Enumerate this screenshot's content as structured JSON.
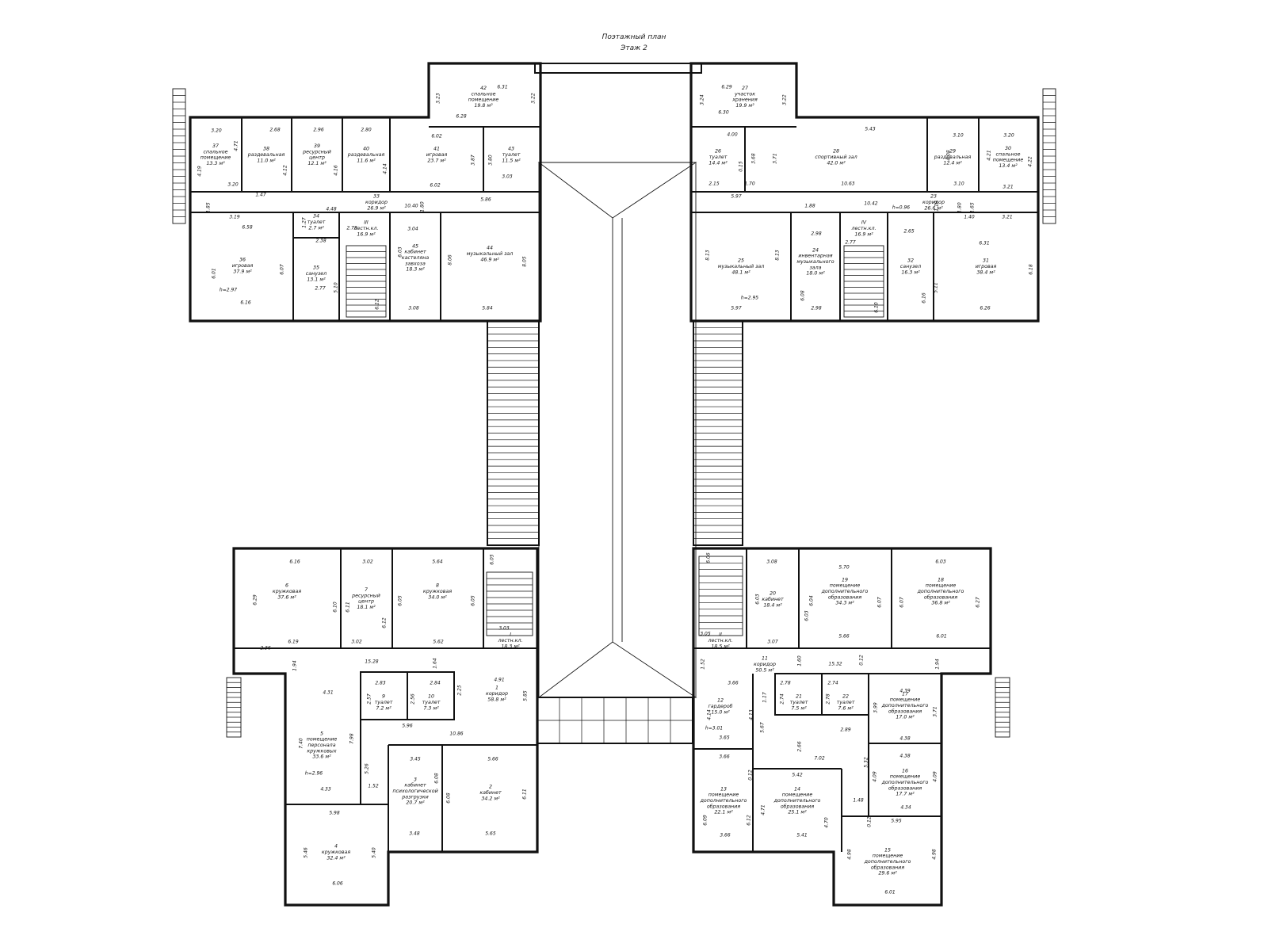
{
  "header": {
    "title": "Поэтажный план",
    "subtitle": "Этаж 2"
  },
  "rooms": [
    {
      "id": "r1",
      "lines": [
        "1",
        "коридор",
        "58.8 м²"
      ]
    },
    {
      "id": "r2",
      "lines": [
        "2",
        "кабинет",
        "34.2 м²"
      ]
    },
    {
      "id": "r3",
      "lines": [
        "3",
        "кабинет",
        "психологической",
        "разгрузки",
        "20.7 м²"
      ]
    },
    {
      "id": "r4",
      "lines": [
        "4",
        "кружковая",
        "32.4 м²"
      ]
    },
    {
      "id": "r5",
      "lines": [
        "5",
        "помещение",
        "персонала",
        "кружковых",
        "33.6 м²"
      ]
    },
    {
      "id": "r6",
      "lines": [
        "6",
        "кружковая",
        "37.6 м²"
      ]
    },
    {
      "id": "r7",
      "lines": [
        "7",
        "ресурсный",
        "центр",
        "18.1 м²"
      ]
    },
    {
      "id": "r8",
      "lines": [
        "8",
        "кружковая",
        "34.0 м²"
      ]
    },
    {
      "id": "r9",
      "lines": [
        "9",
        "туалет",
        "7.2 м²"
      ]
    },
    {
      "id": "r10",
      "lines": [
        "10",
        "туалет",
        "7.3 м²"
      ]
    },
    {
      "id": "rI",
      "lines": [
        "I",
        "лестн.кл.",
        "18.3 м²"
      ]
    },
    {
      "id": "rII",
      "lines": [
        "II",
        "лестн.кл.",
        "18.5 м²"
      ]
    },
    {
      "id": "r11",
      "lines": [
        "11",
        "коридор",
        "50.5 м²"
      ]
    },
    {
      "id": "r12",
      "lines": [
        "12",
        "гардероб",
        "15.0 м²"
      ]
    },
    {
      "id": "r13",
      "lines": [
        "13",
        "помещение",
        "дополнительного",
        "образования",
        "22.1 м²"
      ]
    },
    {
      "id": "r14",
      "lines": [
        "14",
        "помещение",
        "дополнительного",
        "образования",
        "25.1 м²"
      ]
    },
    {
      "id": "r15",
      "lines": [
        "15",
        "помещение",
        "дополнительного",
        "образования",
        "29.6 м²"
      ]
    },
    {
      "id": "r16",
      "lines": [
        "16",
        "помещение",
        "дополнительного",
        "образования",
        "17.7 м²"
      ]
    },
    {
      "id": "r17",
      "lines": [
        "17",
        "помещение",
        "дополнительного",
        "образования",
        "17.0 м²"
      ]
    },
    {
      "id": "r18",
      "lines": [
        "18",
        "помещение",
        "дополнительного",
        "образования",
        "36.8 м²"
      ]
    },
    {
      "id": "r19",
      "lines": [
        "19",
        "помещение",
        "дополнительного",
        "образования",
        "34.3 м²"
      ]
    },
    {
      "id": "r20",
      "lines": [
        "20",
        "кабинет",
        "18.4 м²"
      ]
    },
    {
      "id": "r21",
      "lines": [
        "21",
        "туалет",
        "7.5 м²"
      ]
    },
    {
      "id": "r22",
      "lines": [
        "22",
        "туалет",
        "7.6 м²"
      ]
    },
    {
      "id": "r23",
      "lines": [
        "23",
        "коридор",
        "26.6 м²"
      ]
    },
    {
      "id": "r24",
      "lines": [
        "24",
        "инвентарная",
        "музыкального",
        "зала",
        "18.0 м²"
      ]
    },
    {
      "id": "r25",
      "lines": [
        "25",
        "музыкальный зал",
        "48.1 м²"
      ]
    },
    {
      "id": "r26",
      "lines": [
        "26",
        "туалет",
        "14.4 м²"
      ]
    },
    {
      "id": "r27",
      "lines": [
        "27",
        "участок",
        "хранения",
        "19.9 м²"
      ]
    },
    {
      "id": "r28",
      "lines": [
        "28",
        "спортивный зал",
        "42.0 м²"
      ]
    },
    {
      "id": "r29",
      "lines": [
        "29",
        "раздевальная",
        "12.4 м²"
      ]
    },
    {
      "id": "r30",
      "lines": [
        "30",
        "спальное",
        "помещение",
        "13.4 м²"
      ]
    },
    {
      "id": "r31",
      "lines": [
        "31",
        "игровая",
        "38.4 м²"
      ]
    },
    {
      "id": "r32",
      "lines": [
        "32",
        "санузел",
        "16.3 м²"
      ]
    },
    {
      "id": "rIV",
      "lines": [
        "IV",
        "лестн.кл.",
        "16.9 м²"
      ]
    },
    {
      "id": "r33",
      "lines": [
        "33",
        "коридор",
        "26.9 м²"
      ]
    },
    {
      "id": "r34",
      "lines": [
        "34",
        "туалет",
        "2.7 м²"
      ]
    },
    {
      "id": "r35",
      "lines": [
        "35",
        "санузел",
        "13.1 м²"
      ]
    },
    {
      "id": "r36",
      "lines": [
        "36",
        "игровая",
        "37.9 м²"
      ]
    },
    {
      "id": "r37",
      "lines": [
        "37",
        "спальное",
        "помещение",
        "13.3 м²"
      ]
    },
    {
      "id": "r38",
      "lines": [
        "38",
        "раздевальная",
        "11.0 м²"
      ]
    },
    {
      "id": "r39",
      "lines": [
        "39",
        "ресурсный",
        "центр",
        "12.1 м²"
      ]
    },
    {
      "id": "r40",
      "lines": [
        "40",
        "раздевальная",
        "11.6 м²"
      ]
    },
    {
      "id": "r41",
      "lines": [
        "41",
        "игровая",
        "23.7 м²"
      ]
    },
    {
      "id": "r42",
      "lines": [
        "42",
        "спальное",
        "помещение",
        "19.8 м²"
      ]
    },
    {
      "id": "r43",
      "lines": [
        "43",
        "туалет",
        "11.5 м²"
      ]
    },
    {
      "id": "r44",
      "lines": [
        "44",
        "музыкальный зал",
        "46.9 м²"
      ]
    },
    {
      "id": "r45",
      "lines": [
        "45",
        "кабинет",
        "кастеляна",
        "завхоза",
        "18.3 м²"
      ]
    },
    {
      "id": "rIII",
      "lines": [
        "III",
        "лестн.кл.",
        "16.9 м²"
      ]
    }
  ],
  "dimensions": [
    {
      "id": "d1",
      "text": "6.31"
    },
    {
      "id": "d2",
      "text": "3.23"
    },
    {
      "id": "d3",
      "text": "3.22"
    },
    {
      "id": "d4",
      "text": "6.28"
    },
    {
      "id": "d5",
      "text": "3.20"
    },
    {
      "id": "d6",
      "text": "2.68"
    },
    {
      "id": "d7",
      "text": "2.96"
    },
    {
      "id": "d8",
      "text": "2.80"
    },
    {
      "id": "d9",
      "text": "6.02"
    },
    {
      "id": "d10",
      "text": "4.71"
    },
    {
      "id": "d11",
      "text": "4.19"
    },
    {
      "id": "d12",
      "text": "4.12"
    },
    {
      "id": "d13",
      "text": "4.16"
    },
    {
      "id": "d14",
      "text": "4.14"
    },
    {
      "id": "d15",
      "text": "3.87"
    },
    {
      "id": "d16",
      "text": "3.80"
    },
    {
      "id": "d17",
      "text": "3.03"
    },
    {
      "id": "d18",
      "text": "3.20"
    },
    {
      "id": "d19",
      "text": "1.47"
    },
    {
      "id": "d20",
      "text": "6.02"
    },
    {
      "id": "d21",
      "text": "5.86"
    },
    {
      "id": "d22",
      "text": "1.85"
    },
    {
      "id": "d23",
      "text": "3.19"
    },
    {
      "id": "d24",
      "text": "4.48"
    },
    {
      "id": "d25",
      "text": "10.40"
    },
    {
      "id": "d26",
      "text": "1.80"
    },
    {
      "id": "d27",
      "text": "6.58"
    },
    {
      "id": "d28",
      "text": "1.27"
    },
    {
      "id": "d29",
      "text": "2.78"
    },
    {
      "id": "d30",
      "text": "3.04"
    },
    {
      "id": "d31",
      "text": "2.38"
    },
    {
      "id": "d32",
      "text": "6.03"
    },
    {
      "id": "d33",
      "text": "6.01"
    },
    {
      "id": "d34",
      "text": "6.07"
    },
    {
      "id": "d35",
      "text": "8.06"
    },
    {
      "id": "d36",
      "text": "8.05"
    },
    {
      "id": "d37",
      "text": "h=2.97"
    },
    {
      "id": "d38",
      "text": "2.77"
    },
    {
      "id": "d39",
      "text": "5.10"
    },
    {
      "id": "d40",
      "text": "6.12"
    },
    {
      "id": "d41",
      "text": "6.16"
    },
    {
      "id": "d42",
      "text": "3.08"
    },
    {
      "id": "d43",
      "text": "5.84"
    },
    {
      "id": "d44",
      "text": "6.29"
    },
    {
      "id": "d45",
      "text": "3.24"
    },
    {
      "id": "d46",
      "text": "3.22"
    },
    {
      "id": "d47",
      "text": "6.30"
    },
    {
      "id": "d48",
      "text": "4.00"
    },
    {
      "id": "d49",
      "text": "5.43"
    },
    {
      "id": "d50",
      "text": "3.10"
    },
    {
      "id": "d51",
      "text": "3.20"
    },
    {
      "id": "d52",
      "text": "3.68"
    },
    {
      "id": "d53",
      "text": "3.71"
    },
    {
      "id": "d54",
      "text": "4.08"
    },
    {
      "id": "d55",
      "text": "4.21"
    },
    {
      "id": "d56",
      "text": "4.22"
    },
    {
      "id": "d57",
      "text": "0.15"
    },
    {
      "id": "d58",
      "text": "2.15"
    },
    {
      "id": "d59",
      "text": "1.70"
    },
    {
      "id": "d60",
      "text": "10.63"
    },
    {
      "id": "d61",
      "text": "3.10"
    },
    {
      "id": "d62",
      "text": "3.21"
    },
    {
      "id": "d63",
      "text": "5.97"
    },
    {
      "id": "d64",
      "text": "1.88"
    },
    {
      "id": "d65",
      "text": "10.42"
    },
    {
      "id": "d66",
      "text": "h=0.96"
    },
    {
      "id": "d67",
      "text": "1.19"
    },
    {
      "id": "d68",
      "text": "1.80"
    },
    {
      "id": "d69",
      "text": "1.65"
    },
    {
      "id": "d70",
      "text": "1.40"
    },
    {
      "id": "d71",
      "text": "3.21"
    },
    {
      "id": "d72",
      "text": "2.98"
    },
    {
      "id": "d73",
      "text": "2.77"
    },
    {
      "id": "d74",
      "text": "2.65"
    },
    {
      "id": "d75",
      "text": "6.31"
    },
    {
      "id": "d76",
      "text": "8.13"
    },
    {
      "id": "d77",
      "text": "8.13"
    },
    {
      "id": "d78",
      "text": "6.18"
    },
    {
      "id": "d79",
      "text": "h=2.95"
    },
    {
      "id": "d80",
      "text": "6.08"
    },
    {
      "id": "d81",
      "text": "6.10"
    },
    {
      "id": "d82",
      "text": "5.11"
    },
    {
      "id": "d83",
      "text": "6.16"
    },
    {
      "id": "d84",
      "text": "5.97"
    },
    {
      "id": "d85",
      "text": "2.98"
    },
    {
      "id": "d86",
      "text": "6.26"
    },
    {
      "id": "d87",
      "text": "6.16"
    },
    {
      "id": "d88",
      "text": "3.02"
    },
    {
      "id": "d89",
      "text": "5.64"
    },
    {
      "id": "d90",
      "text": "6.29"
    },
    {
      "id": "d91",
      "text": "6.10"
    },
    {
      "id": "d92",
      "text": "6.11"
    },
    {
      "id": "d93",
      "text": "6.05"
    },
    {
      "id": "d94",
      "text": "6.05"
    },
    {
      "id": "d95",
      "text": "6.12"
    },
    {
      "id": "d96",
      "text": "6.05"
    },
    {
      "id": "d97",
      "text": "3.03"
    },
    {
      "id": "d98",
      "text": "2.36"
    },
    {
      "id": "d99",
      "text": "6.19"
    },
    {
      "id": "d100",
      "text": "3.02"
    },
    {
      "id": "d101",
      "text": "5.62"
    },
    {
      "id": "d102",
      "text": "1.94"
    },
    {
      "id": "d103",
      "text": "15.28"
    },
    {
      "id": "d104",
      "text": "1.64"
    },
    {
      "id": "d105",
      "text": "4.91"
    },
    {
      "id": "d106",
      "text": "2.83"
    },
    {
      "id": "d107",
      "text": "2.84"
    },
    {
      "id": "d108",
      "text": "2.25"
    },
    {
      "id": "d109",
      "text": "4.31"
    },
    {
      "id": "d110",
      "text": "2.57"
    },
    {
      "id": "d111",
      "text": "2.56"
    },
    {
      "id": "d112",
      "text": "5.85"
    },
    {
      "id": "d113",
      "text": "5.96"
    },
    {
      "id": "d114",
      "text": "10.86"
    },
    {
      "id": "d115",
      "text": "7.40"
    },
    {
      "id": "d116",
      "text": "7.98"
    },
    {
      "id": "d117",
      "text": "3.45"
    },
    {
      "id": "d118",
      "text": "5.66"
    },
    {
      "id": "d119",
      "text": "5.26"
    },
    {
      "id": "d120",
      "text": "h=2.96"
    },
    {
      "id": "d121",
      "text": "1.52"
    },
    {
      "id": "d122",
      "text": "4.33"
    },
    {
      "id": "d123",
      "text": "6.08"
    },
    {
      "id": "d124",
      "text": "6.08"
    },
    {
      "id": "d125",
      "text": "6.11"
    },
    {
      "id": "d126",
      "text": "5.98"
    },
    {
      "id": "d127",
      "text": "3.48"
    },
    {
      "id": "d128",
      "text": "5.65"
    },
    {
      "id": "d129",
      "text": "5.46"
    },
    {
      "id": "d130",
      "text": "5.40"
    },
    {
      "id": "d131",
      "text": "6.06"
    },
    {
      "id": "d132",
      "text": "6.06"
    },
    {
      "id": "d133",
      "text": "3.08"
    },
    {
      "id": "d134",
      "text": "5.70"
    },
    {
      "id": "d135",
      "text": "6.03"
    },
    {
      "id": "d136",
      "text": "6.03"
    },
    {
      "id": "d137",
      "text": "6.04"
    },
    {
      "id": "d138",
      "text": "6.03"
    },
    {
      "id": "d139",
      "text": "6.07"
    },
    {
      "id": "d140",
      "text": "6.07"
    },
    {
      "id": "d141",
      "text": "6.27"
    },
    {
      "id": "d142",
      "text": "3.05"
    },
    {
      "id": "d143",
      "text": "3.07"
    },
    {
      "id": "d144",
      "text": "5.66"
    },
    {
      "id": "d145",
      "text": "6.01"
    },
    {
      "id": "d146",
      "text": "1.52"
    },
    {
      "id": "d147",
      "text": "1.60"
    },
    {
      "id": "d148",
      "text": "15.32"
    },
    {
      "id": "d149",
      "text": "0.12"
    },
    {
      "id": "d150",
      "text": "1.94"
    },
    {
      "id": "d151",
      "text": "3.66"
    },
    {
      "id": "d152",
      "text": "2.78"
    },
    {
      "id": "d153",
      "text": "2.74"
    },
    {
      "id": "d154",
      "text": "4.39"
    },
    {
      "id": "d155",
      "text": "1.17"
    },
    {
      "id": "d156",
      "text": "2.74"
    },
    {
      "id": "d157",
      "text": "2.78"
    },
    {
      "id": "d158",
      "text": "4.14"
    },
    {
      "id": "d159",
      "text": "4.13"
    },
    {
      "id": "d160",
      "text": "3.99"
    },
    {
      "id": "d161",
      "text": "3.71"
    },
    {
      "id": "d162",
      "text": "h=3.01"
    },
    {
      "id": "d163",
      "text": "2.89"
    },
    {
      "id": "d164",
      "text": "3.65"
    },
    {
      "id": "d165",
      "text": "5.67"
    },
    {
      "id": "d166",
      "text": "4.38"
    },
    {
      "id": "d167",
      "text": "2.66"
    },
    {
      "id": "d168",
      "text": "7.02"
    },
    {
      "id": "d169",
      "text": "3.66"
    },
    {
      "id": "d170",
      "text": "4.38"
    },
    {
      "id": "d171",
      "text": "5.32"
    },
    {
      "id": "d172",
      "text": "0.12"
    },
    {
      "id": "d173",
      "text": "5.42"
    },
    {
      "id": "d174",
      "text": "4.09"
    },
    {
      "id": "d175",
      "text": "4.09"
    },
    {
      "id": "d176",
      "text": "4.71"
    },
    {
      "id": "d177",
      "text": "1.48"
    },
    {
      "id": "d178",
      "text": "4.34"
    },
    {
      "id": "d179",
      "text": "6.09"
    },
    {
      "id": "d180",
      "text": "6.12"
    },
    {
      "id": "d181",
      "text": "4.70"
    },
    {
      "id": "d182",
      "text": "0.12"
    },
    {
      "id": "d183",
      "text": "5.95"
    },
    {
      "id": "d184",
      "text": "3.66"
    },
    {
      "id": "d185",
      "text": "5.41"
    },
    {
      "id": "d186",
      "text": "4.98"
    },
    {
      "id": "d187",
      "text": "4.98"
    },
    {
      "id": "d188",
      "text": "6.01"
    }
  ]
}
